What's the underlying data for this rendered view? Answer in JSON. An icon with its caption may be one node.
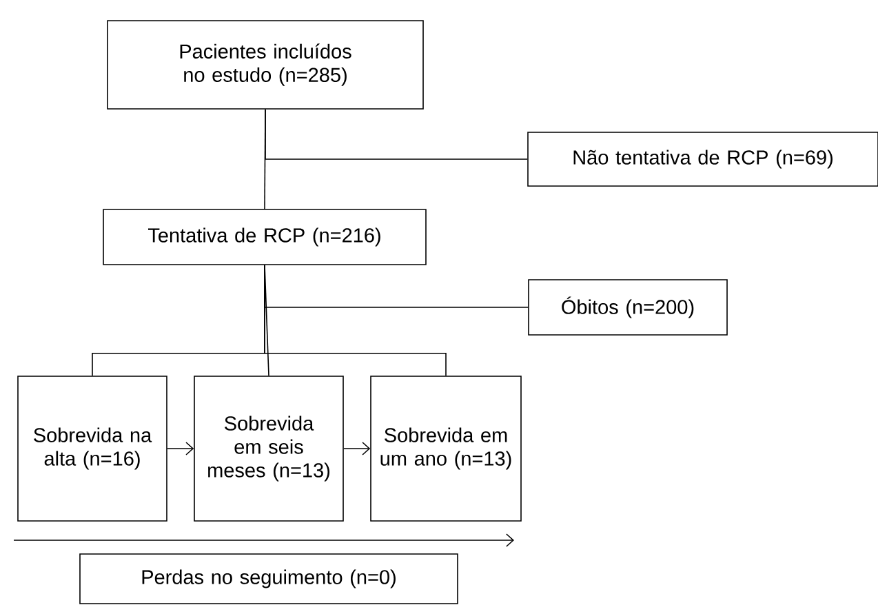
{
  "diagram": {
    "nodes": [
      {
        "text": [
          "Pacientes incluídos no estudo (n=285)"
        ]
      },
      {
        "text": [
          "Não tentativa de RCP (n=69)"
        ]
      },
      {
        "text": [
          "Tentativa de RCP (n=216)"
        ]
      },
      {
        "text": [
          "Óbitos (n=200)"
        ]
      },
      {
        "text": [
          "Sobrevida na alta (n=16)"
        ]
      },
      {
        "text": [
          "Sobrevida em seis meses (n=13)"
        ]
      },
      {
        "text": [
          "Sobrevida em um ano (n=13)"
        ]
      },
      {
        "text": [
          "Perdas no seguimento (n=0)"
        ]
      }
    ],
    "edges": [
      {
        "from": 0,
        "to": 2,
        "arrow": "none"
      },
      {
        "from": 0,
        "to": 1,
        "arrow": "none"
      },
      {
        "from": 2,
        "to": 3,
        "arrow": "none"
      },
      {
        "from": 2,
        "to": 4,
        "arrow": "none"
      },
      {
        "from": 2,
        "to": 5,
        "arrow": "none"
      },
      {
        "from": 2,
        "to": 6,
        "arrow": "none"
      },
      {
        "from": 4,
        "to": 5,
        "arrow": "to"
      },
      {
        "from": 5,
        "to": 6,
        "arrow": "to"
      }
    ]
  }
}
